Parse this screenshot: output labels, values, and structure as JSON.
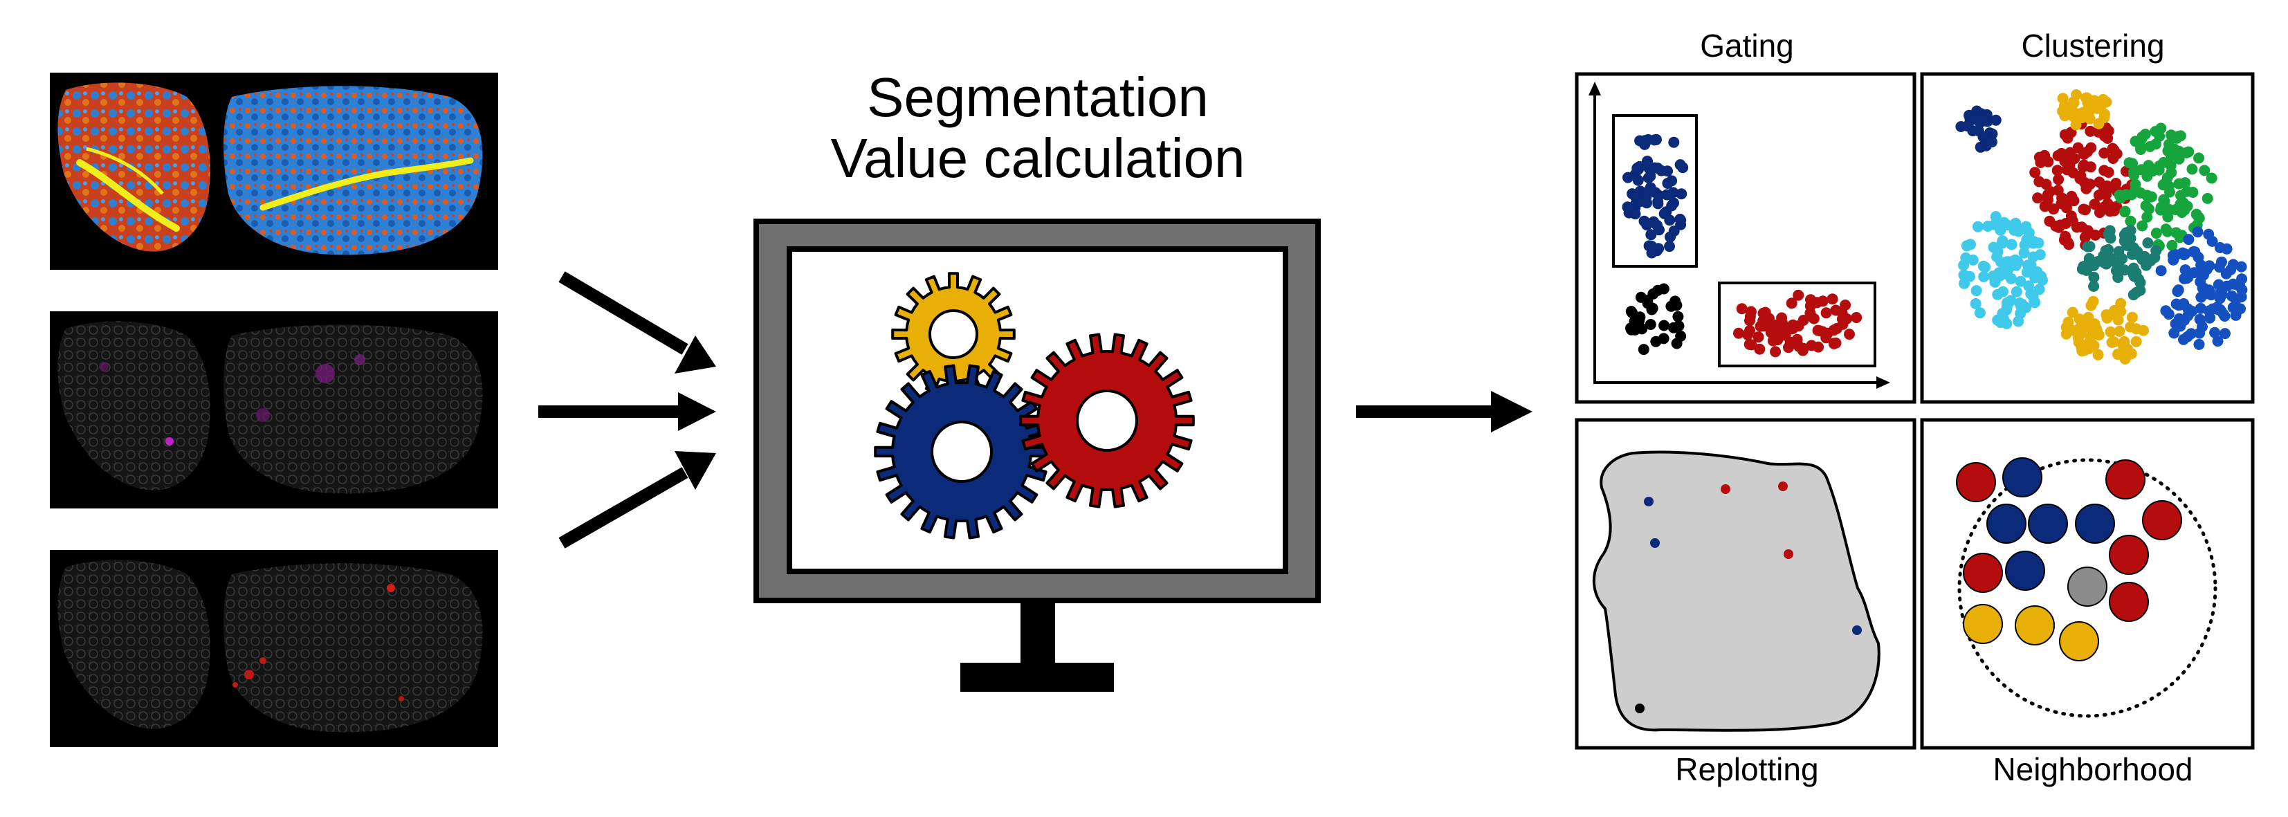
{
  "center": {
    "title_line1": "Segmentation",
    "title_line2": "Value calculation"
  },
  "panels": {
    "gating": {
      "label": "Gating"
    },
    "clustering": {
      "label": "Clustering"
    },
    "replotting": {
      "label": "Replotting"
    },
    "neighborhood": {
      "label": "Neighborhood"
    }
  },
  "colors": {
    "navy": "#0b2a7a",
    "red": "#b50d0d",
    "gold": "#e8b007",
    "green": "#16a43c",
    "cyan": "#3fc9ea",
    "teal": "#1b7c72",
    "blue": "#1450c0",
    "gray": "#8c8c8c",
    "monitor_frame": "#707070",
    "tissue_gray": "#cdcdcd"
  },
  "icons": {
    "gears": [
      "gold-gear-icon",
      "navy-gear-icon",
      "red-gear-icon"
    ],
    "arrows": [
      "right-arrow-icon"
    ]
  }
}
